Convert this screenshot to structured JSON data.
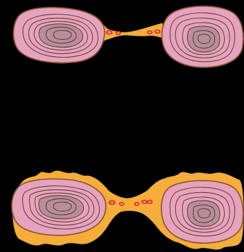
{
  "colors": {
    "background": "#000000",
    "cross_section_fill": "#e7a2bd",
    "cross_section_stroke": "#8a5a34",
    "inner_ring_stroke": "#4a3320",
    "core_fill": "#b88d9c",
    "connective_tissue": "#f7ad3a",
    "connective_tissue_stroke": "#caa24a",
    "node_fill": "#e0342f",
    "node_center": "#f6c8a0"
  },
  "panels": [
    {
      "name": "top-panel",
      "tissue": "narrow-bridge"
    },
    {
      "name": "bottom-panel",
      "tissue": "expanded"
    }
  ]
}
